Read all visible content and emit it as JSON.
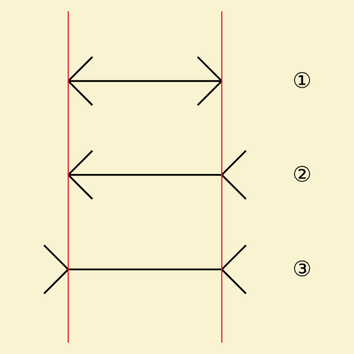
{
  "colors": {
    "background": "#FAF3D2",
    "guide_line": "#E0202A",
    "figure_line": "#000000"
  },
  "figures": [
    {
      "label": "①",
      "left_head": "arrowhead",
      "right_head": "arrowhead"
    },
    {
      "label": "②",
      "left_head": "arrowhead",
      "right_head": "tail-fins"
    },
    {
      "label": "③",
      "left_head": "tail-fins",
      "right_head": "tail-fins"
    }
  ]
}
